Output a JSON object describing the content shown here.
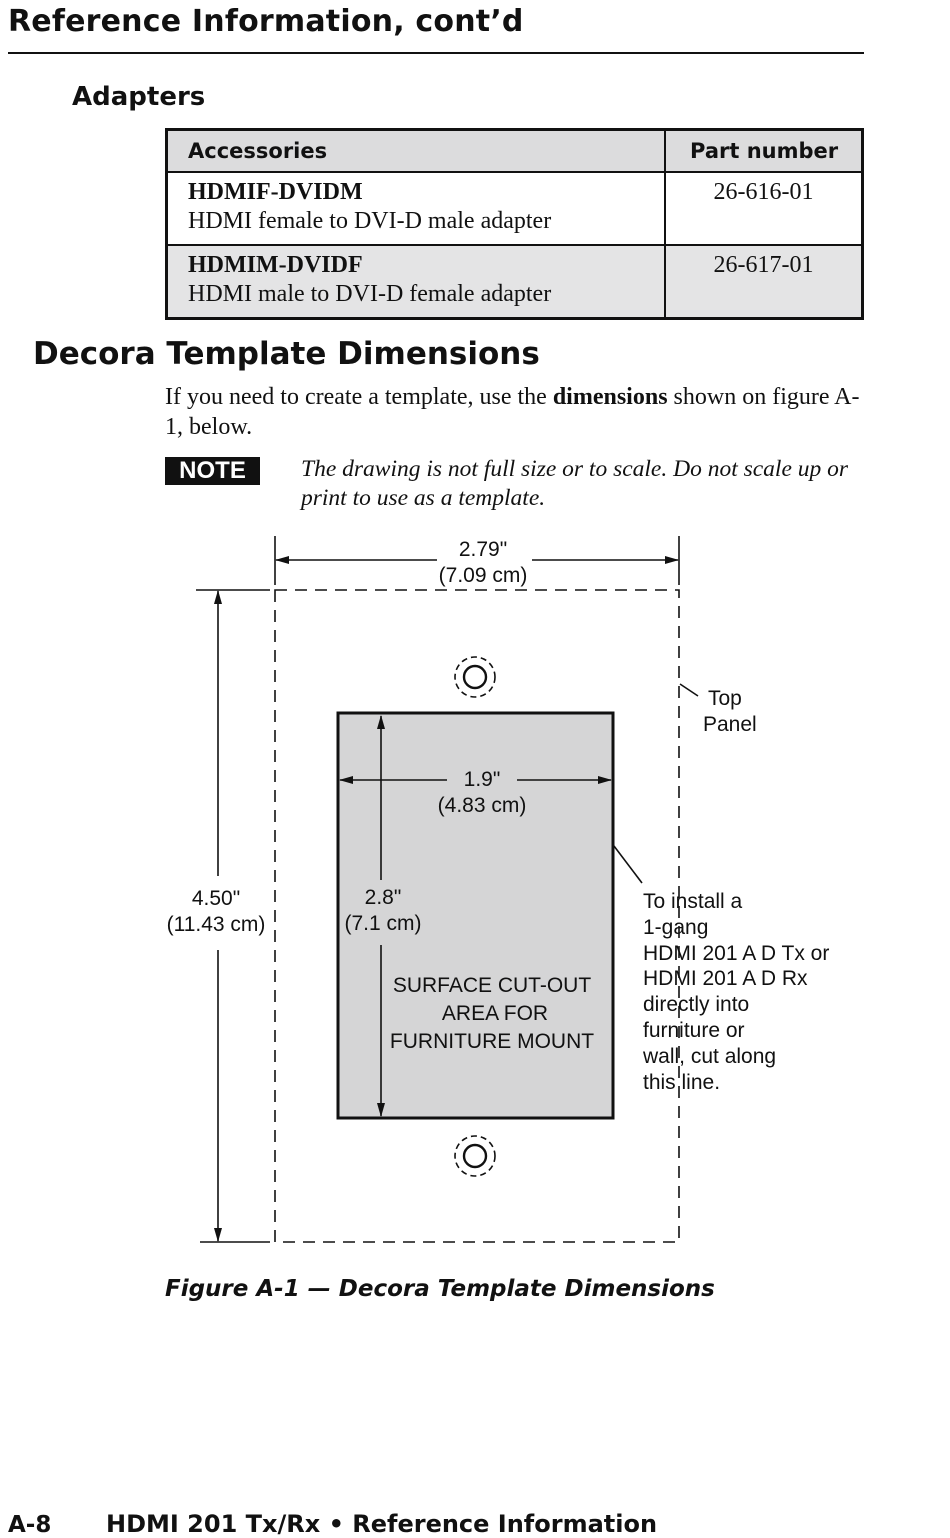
{
  "header": {
    "title": "Reference Information, cont’d"
  },
  "adapters": {
    "heading": "Adapters",
    "columns": [
      "Accessories",
      "Part number"
    ],
    "rows": [
      {
        "model": "HDMIF-DVIDM",
        "description": "HDMI female to DVI-D male adapter",
        "part": "26-616-01"
      },
      {
        "model": "HDMIM-DVIDF",
        "description": "HDMI male to DVI-D female adapter",
        "part": "26-617-01"
      }
    ]
  },
  "decora": {
    "heading": "Decora Template Dimensions",
    "intro_before": "If you need to create a template, use the ",
    "intro_bold": "dimensions",
    "intro_after": " shown on figure A-1, below.",
    "note_label": "NOTE",
    "note_text": "The drawing is not full size or to scale.  Do not scale up or print to use as a template."
  },
  "figure": {
    "width_in": "2.79\"",
    "width_cm": "(7.09 cm)",
    "height_in": "4.50\"",
    "height_cm": "(11.43 cm)",
    "cutout_width_in": "1.9\"",
    "cutout_width_cm": "(4.83 cm)",
    "cutout_height_in": "2.8\"",
    "cutout_height_cm": "(7.1 cm)",
    "cutout_label": [
      "SURFACE CUT-OUT",
      "AREA FOR",
      "FURNITURE MOUNT"
    ],
    "top_panel_label": [
      "Top",
      "Panel"
    ],
    "install_label": [
      "To install a",
      "1-gang",
      "HDMI 201 A D Tx or",
      "HDMI 201 A D Rx",
      "directly into",
      "furniture or",
      "wall, cut along",
      "this line."
    ],
    "caption": "Figure A-1 — Decora Template Dimensions"
  },
  "footer": {
    "page": "A-8",
    "title": "HDMI 201 Tx/Rx • Reference Information"
  }
}
